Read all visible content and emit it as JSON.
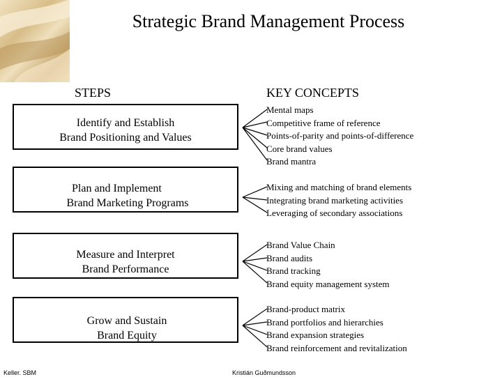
{
  "title": "Strategic Brand Management Process",
  "headings": {
    "steps": "STEPS",
    "concepts": "KEY CONCEPTS"
  },
  "steps": [
    {
      "line1": "Identify and Establish",
      "line2": "Brand Positioning and Values",
      "concepts": [
        "Mental maps",
        "Competitive frame of reference",
        "Points-of-parity and points-of-difference",
        "Core brand values",
        "Brand mantra"
      ]
    },
    {
      "line1": "Plan and Implement",
      "line2": "Brand Marketing Programs",
      "concepts": [
        "Mixing and matching of brand elements",
        "Integrating brand marketing activities",
        "Leveraging of secondary associations"
      ]
    },
    {
      "line1": "Measure and Interpret",
      "line2": "Brand Performance",
      "concepts": [
        "Brand Value Chain",
        "Brand audits",
        "Brand tracking",
        "Brand equity management system"
      ]
    },
    {
      "line1": "Grow and Sustain",
      "line2": "Brand Equity",
      "concepts": [
        "Brand-product matrix",
        "Brand portfolios and hierarchies",
        "Brand expansion strategies",
        "Brand reinforcement and revitalization"
      ]
    }
  ],
  "footer": {
    "left": "Keller. SBM",
    "right": "Kristián Guðmundsson"
  },
  "colors": {
    "accent_image": "#d8bd88",
    "line": "#000000"
  }
}
